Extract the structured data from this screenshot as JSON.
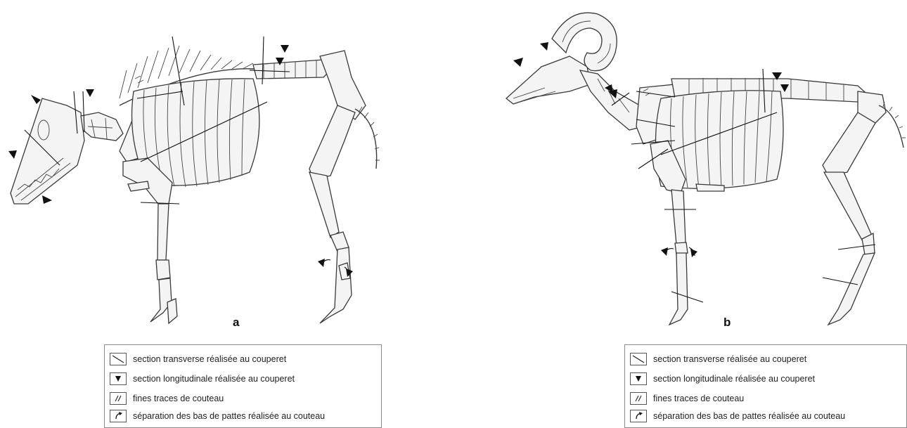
{
  "panels": [
    {
      "letter": "a",
      "animal_icon": "pig-skeleton-icon"
    },
    {
      "letter": "b",
      "animal_icon": "sheep-skeleton-icon"
    }
  ],
  "legend": [
    {
      "icon": "transverse-section-icon",
      "label": "section transverse réalisée au couperet"
    },
    {
      "icon": "longitudinal-section-icon",
      "label": "section longitudinale réalisée au couperet"
    },
    {
      "icon": "knife-marks-icon",
      "label": "fines traces de couteau"
    },
    {
      "icon": "foot-separation-icon",
      "label": "séparation des bas de pattes réalisée au couteau"
    }
  ],
  "colors": {
    "line": "#3a3a3a",
    "cut": "#111111",
    "legend_border": "#8a8a8a"
  }
}
